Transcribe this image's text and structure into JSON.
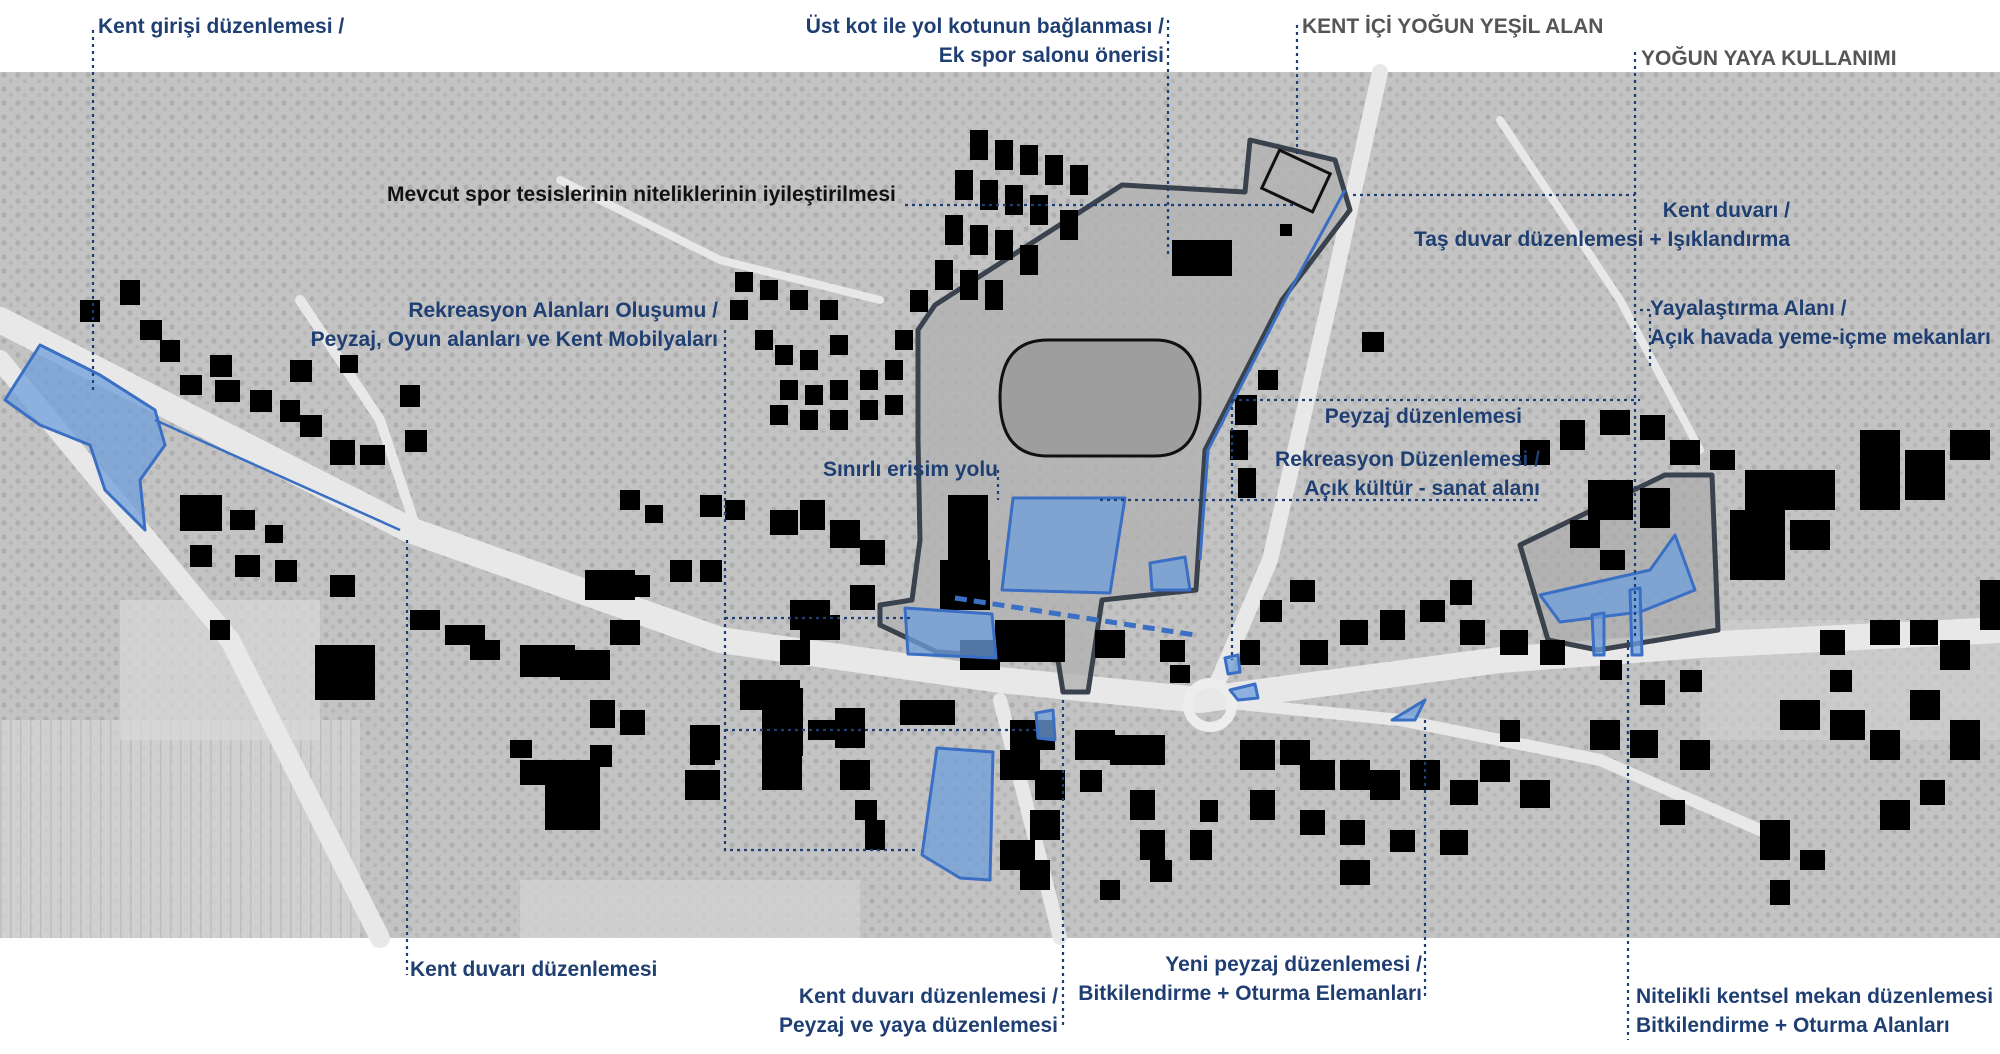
{
  "colors": {
    "label_blue": "#1f3f73",
    "label_gray": "#555555",
    "intervention_fill": "#6f9fdc",
    "intervention_stroke": "#3a6fc4",
    "building": "#000000",
    "boundary": "#3b4450",
    "leader_line": "#1f3f73"
  },
  "labels": {
    "kent_girisi": "Kent girişi düzenlemesi /",
    "ust_kot_1": "Üst kot ile yol kotunun bağlanması /",
    "ust_kot_2": "Ek spor salonu önerisi",
    "kent_ici_yesil": "KENT İÇİ YOĞUN YEŞİL ALAN",
    "yogun_yaya": "YOĞUN YAYA KULLANIMI",
    "mevcut_spor": "Mevcut spor tesislerinin niteliklerinin iyileştirilmesi",
    "kent_duvari_tas_1": "Kent duvarı /",
    "kent_duvari_tas_2": "Taş duvar düzenlemesi + Işıklandırma",
    "rekreasyon_alanlari_1": "Rekreasyon Alanları Oluşumu /",
    "rekreasyon_alanlari_2": "Peyzaj, Oyun alanları ve Kent Mobilyaları",
    "yayalastirma_1": "Yayalaştırma Alanı /",
    "yayalastirma_2": "Açık havada yeme-içme mekanları",
    "peyzaj_duzenlemesi": "Peyzaj düzenlemesi",
    "sinirli_erisim": "Sınırlı erişim yolu",
    "rekreasyon_duz_1": "Rekreasyon Düzenlemesi /",
    "rekreasyon_duz_2": "Açık kültür - sanat alanı",
    "kent_duvari_duz": "Kent duvarı düzenlemesi",
    "yeni_peyzaj_1": "Yeni peyzaj düzenlemesi /",
    "yeni_peyzaj_2": "Bitkilendirme + Oturma Elemanları",
    "kent_duvari_peyzaj_1": "Kent duvarı düzenlemesi /",
    "kent_duvari_peyzaj_2": "Peyzaj ve yaya düzenlemesi",
    "nitelikli_1": "Nitelikli kentsel mekan düzenlemesi",
    "nitelikli_2": "Bitkilendirme + Oturma Alanları"
  }
}
